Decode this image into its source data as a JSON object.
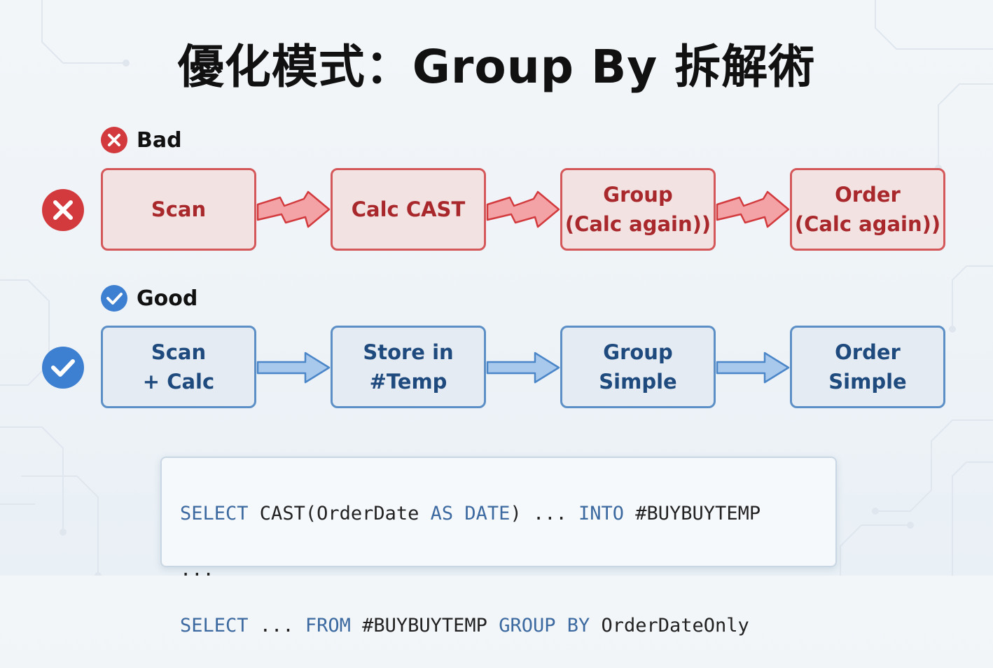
{
  "title": "優化模式：Group By 拆解術",
  "bad": {
    "label": "Bad",
    "steps": [
      {
        "lines": [
          "Scan"
        ]
      },
      {
        "lines": [
          "Calc CAST"
        ]
      },
      {
        "lines": [
          "Group",
          "(Calc again))"
        ]
      },
      {
        "lines": [
          "Order",
          "(Calc again))"
        ]
      }
    ]
  },
  "good": {
    "label": "Good",
    "steps": [
      {
        "lines": [
          "Scan",
          "+ Calc"
        ]
      },
      {
        "lines": [
          "Store in",
          "#Temp"
        ]
      },
      {
        "lines": [
          "Group",
          "Simple"
        ]
      },
      {
        "lines": [
          "Order",
          "Simple"
        ]
      }
    ]
  },
  "code": {
    "line1": [
      {
        "t": "SELECT",
        "k": true
      },
      {
        "t": " CAST(OrderDate ",
        "k": false
      },
      {
        "t": "AS DATE",
        "k": true
      },
      {
        "t": ") ... ",
        "k": false
      },
      {
        "t": "INTO",
        "k": true
      },
      {
        "t": " #BUYBUYTEMP",
        "k": false
      }
    ],
    "line2": [
      {
        "t": "...",
        "k": false
      }
    ],
    "line3": [
      {
        "t": "SELECT",
        "k": true
      },
      {
        "t": " ... ",
        "k": false
      },
      {
        "t": "FROM",
        "k": true
      },
      {
        "t": " #BUYBUYTEMP ",
        "k": false
      },
      {
        "t": "GROUP BY",
        "k": true
      },
      {
        "t": " OrderDateOnly",
        "k": false
      }
    ]
  },
  "colors": {
    "bad_border": "#d4575a",
    "bad_fill": "#f3e2e2",
    "bad_text": "#a8282c",
    "good_border": "#5b8fc6",
    "good_fill": "#e4ebf2",
    "good_text": "#1f4a7e",
    "bad_icon": "#d23a3e",
    "good_icon": "#3d7fd0"
  },
  "icons": {
    "bad": "x-circle-icon",
    "good": "check-circle-icon",
    "bad_arrow": "zigzag-arrow-icon",
    "good_arrow": "arrow-right-icon"
  }
}
